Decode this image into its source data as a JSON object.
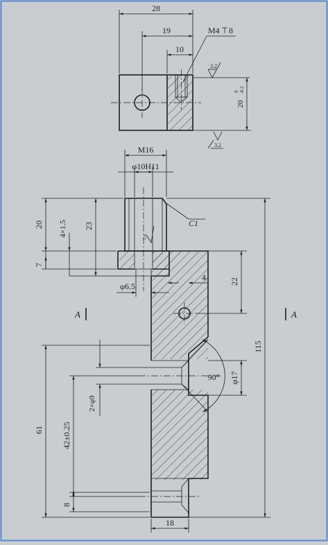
{
  "top_view": {
    "dims": {
      "d28": "28",
      "d19": "19",
      "d10": "10",
      "thread": "M4",
      "thread_depth": "8",
      "height": "20",
      "height_tol_upper": "0",
      "height_tol_lower": "-0.2"
    },
    "roughness_top": "3.2",
    "roughness_bottom": "3.2"
  },
  "front_view": {
    "dims": {
      "m16": "M16",
      "bore": "φ10H11",
      "chamfer": "C1",
      "d20": "20",
      "d4x15": "4×1.5",
      "d23": "23",
      "d7": "7",
      "d65": "φ6.5",
      "d4": "4",
      "d22": "22",
      "d115": "115",
      "angle": "90°",
      "d17": "φ17",
      "holes": "2×φ9",
      "d61": "61",
      "d42": "42±0.25",
      "d8": "8",
      "d18": "18"
    },
    "roughness_inner": "1.6",
    "section_left": "A",
    "section_right": "A"
  },
  "colors": {
    "paper": "#c9cdd2",
    "ink": "#1e1e1e",
    "border": "#5b86c9"
  }
}
